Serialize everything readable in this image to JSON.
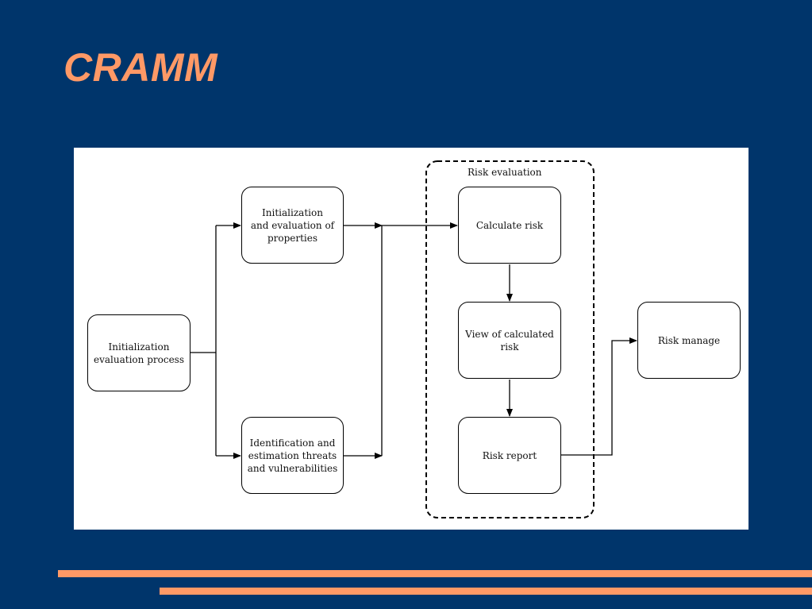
{
  "slide": {
    "title": "CRAMM"
  },
  "diagram": {
    "group_label": "Risk evaluation",
    "nodes": {
      "init_process": "Initialization\nevaluation process",
      "init_properties": "Initialization\nand evaluation of\nproperties",
      "ident_threats": "Identification and\nestimation threats\nand vulnerabilities",
      "calculate_risk": "Calculate risk",
      "view_calculated": "View of calculated\nrisk",
      "risk_report": "Risk report",
      "risk_manage": "Risk manage"
    }
  },
  "colors": {
    "background": "#00356b",
    "accent": "#ff9966",
    "panel": "#ffffff"
  }
}
